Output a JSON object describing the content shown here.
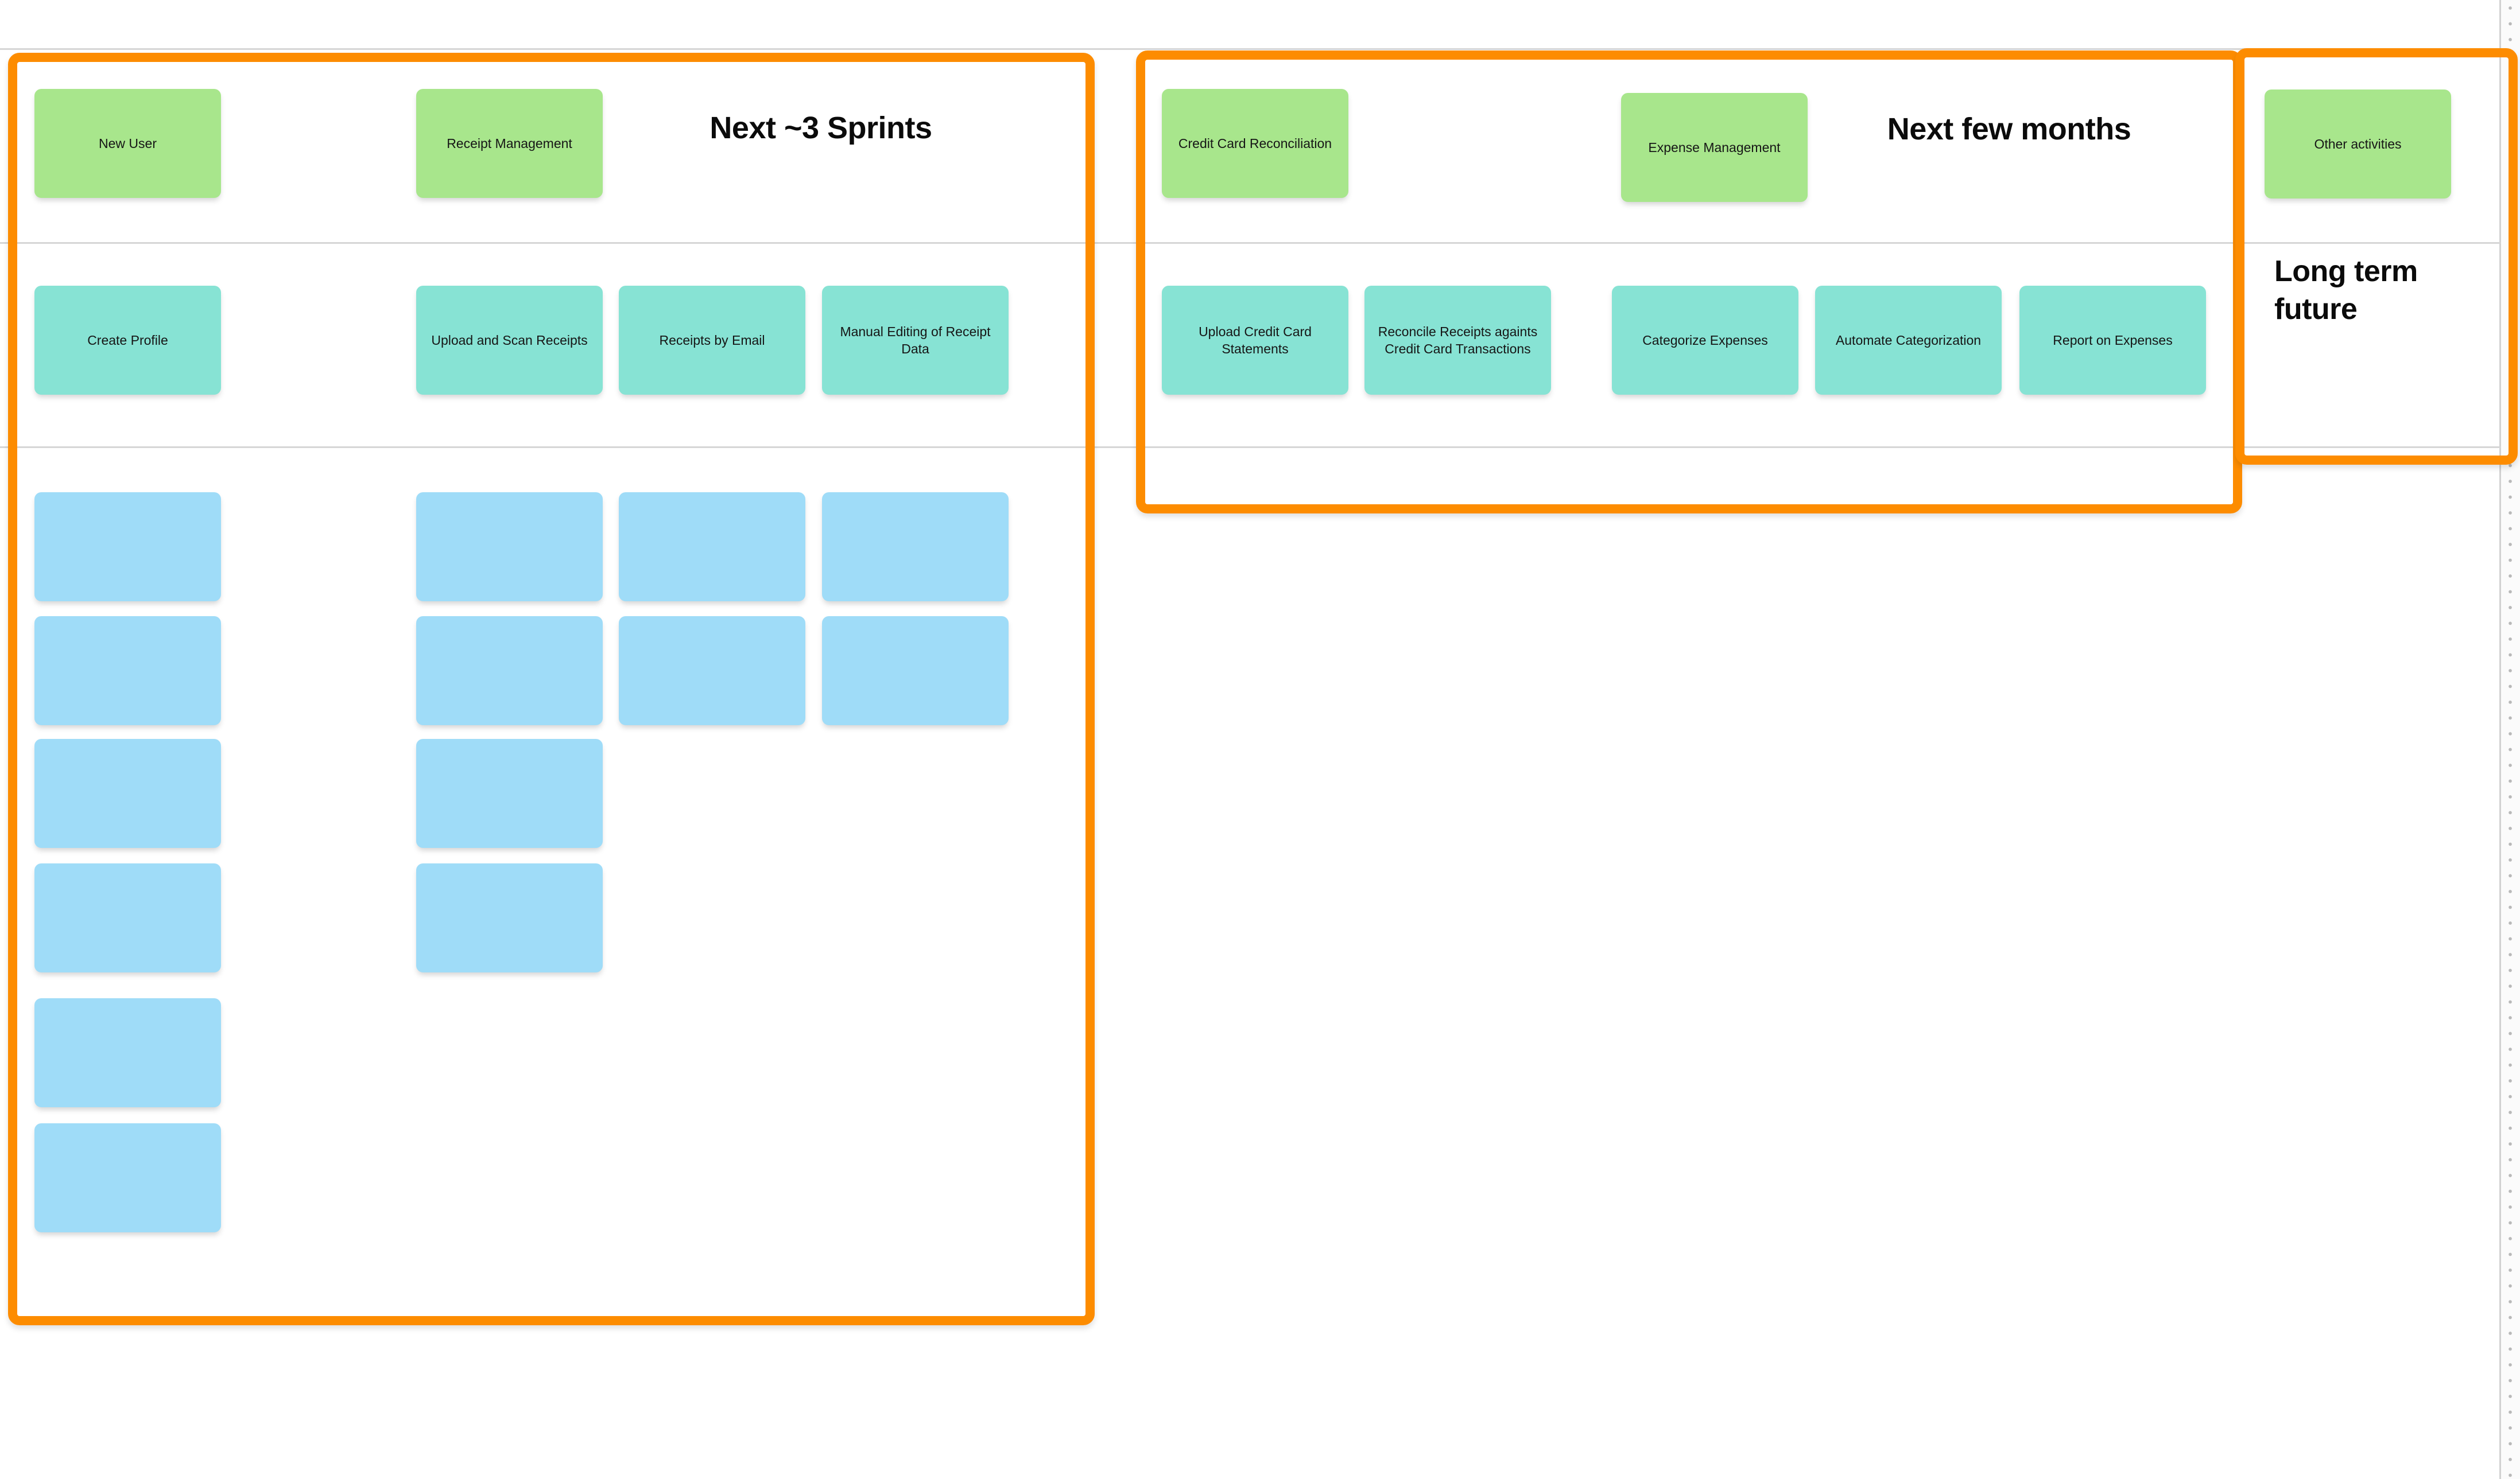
{
  "board": {
    "kind": "user-story-map-whiteboard",
    "sections": [
      {
        "title": "Next ~3 Sprints"
      },
      {
        "title": "Next few months"
      },
      {
        "title": "Long term future"
      }
    ],
    "activities": [
      {
        "label": "New User"
      },
      {
        "label": "Receipt Management"
      },
      {
        "label": "Credit Card Reconciliation"
      },
      {
        "label": "Expense Management"
      },
      {
        "label": "Other activities"
      }
    ],
    "steps": [
      {
        "label": "Create Profile"
      },
      {
        "label": "Upload and Scan Receipts"
      },
      {
        "label": "Receipts by Email"
      },
      {
        "label": "Manual Editing of Receipt Data"
      },
      {
        "label": "Upload Credit Card Statements"
      },
      {
        "label": "Reconcile Receipts againts Credit Card Transactions"
      },
      {
        "label": "Categorize Expenses"
      },
      {
        "label": "Automate Categorization"
      },
      {
        "label": "Report on Expenses"
      }
    ],
    "empty_story_notes": 14,
    "colors": {
      "activity_note_green": "#a8e68c",
      "step_note_teal": "#87e3d4",
      "story_note_blue": "#9fdcf8",
      "section_frame_orange": "#fd8c00",
      "lane_divider_gray": "#d6d6d6",
      "canvas_dot_gray": "#b9b9b9"
    }
  }
}
